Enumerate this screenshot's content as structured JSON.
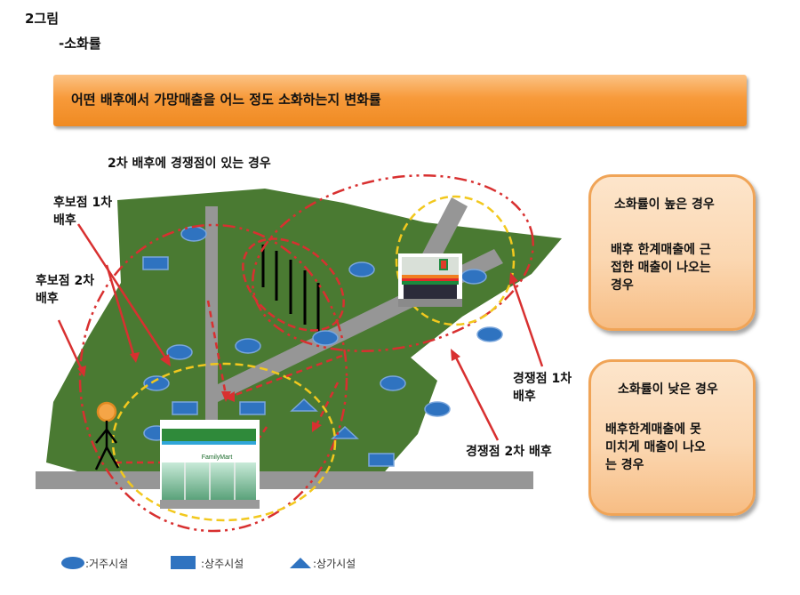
{
  "header": {
    "title": "2그림",
    "subtitle": "-소화률"
  },
  "banner": {
    "text": "어떤 배후에서 가망매출을 어느 정도 소화하는지 변화률"
  },
  "diagram": {
    "caption": "2차 배후에 경쟁점이 있는 경우",
    "labels": {
      "candidate_primary": [
        "후보점 1차",
        "배후"
      ],
      "candidate_secondary": [
        "후보점 2차",
        "배후"
      ],
      "competitor_primary": [
        "경쟁점 1차",
        "배후"
      ],
      "competitor_secondary": "경쟁점 2차 배후"
    },
    "store_sign": "FamilyMart",
    "colors": {
      "land": "#4a7a32",
      "road": "#969696",
      "marker": "#2f73c0",
      "boundary_red": "#d83030",
      "boundary_yellow": "#f2c81e"
    }
  },
  "cards": [
    {
      "heading": "소화률이 높은 경우",
      "body": [
        "배후 한계매출에 근",
        "접한 매출이 나오는",
        "경우"
      ]
    },
    {
      "heading": "소화률이 낮은 경우",
      "body": [
        "배후한계매출에 못",
        "미치게 매출이 나오",
        "는 경우"
      ]
    }
  ],
  "legend": [
    {
      "icon": "ellipse-icon",
      "label": ":거주시설"
    },
    {
      "icon": "square-icon",
      "label": ":상주시설"
    },
    {
      "icon": "triangle-icon",
      "label": ":상가시설"
    }
  ]
}
